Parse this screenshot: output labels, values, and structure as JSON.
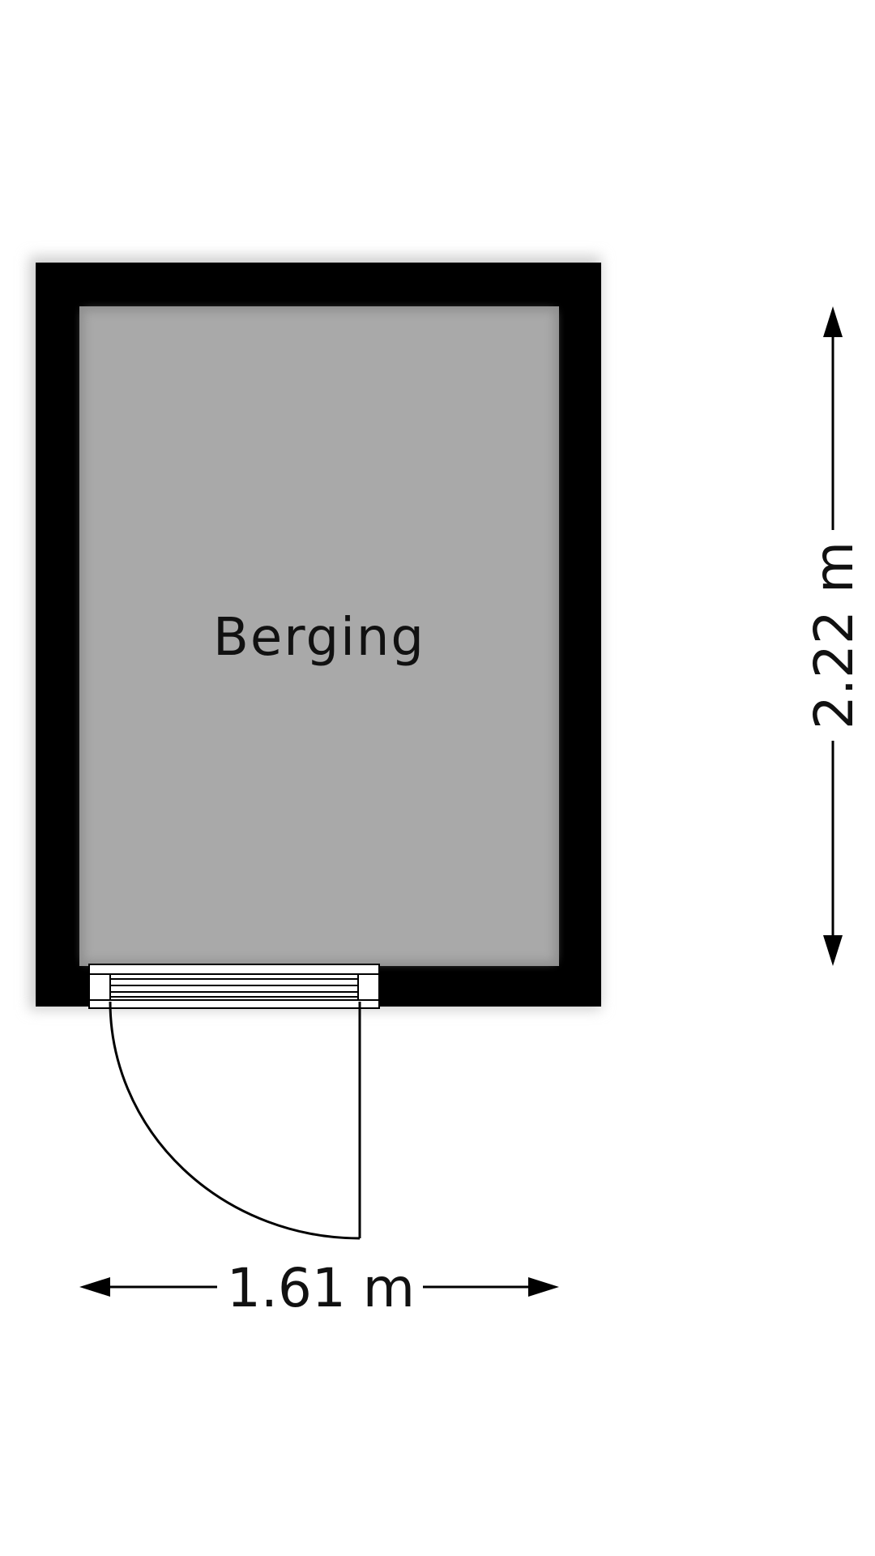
{
  "room": {
    "name": "Berging"
  },
  "dimensions": {
    "width_label": "1.61 m",
    "depth_label": "2.22 m"
  },
  "colors": {
    "wall": "#000000",
    "floor": "#a9a9a9",
    "background": "#ffffff",
    "line": "#000000"
  }
}
